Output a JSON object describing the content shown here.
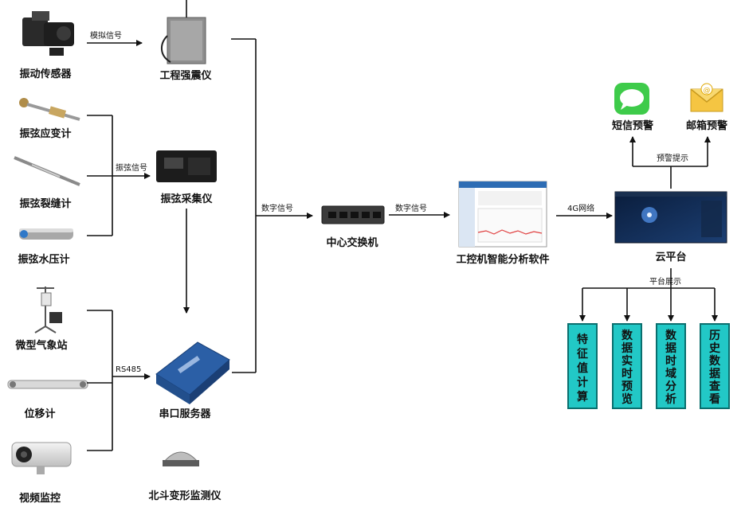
{
  "devices": {
    "vibration_sensor": "振动传感器",
    "strong_motion": "工程强震仪",
    "strain_gauge": "振弦应变计",
    "crack_meter": "振弦裂缝计",
    "water_pressure": "振弦水压计",
    "collector": "振弦采集仪",
    "weather_station": "微型气象站",
    "displacement": "位移计",
    "video": "视频监控",
    "serial_server": "串口服务器",
    "beidou": "北斗变形监测仪",
    "switch": "中心交换机",
    "software": "工控机智能分析软件",
    "cloud": "云平台",
    "sms": "短信预警",
    "mail": "邮箱预警"
  },
  "signals": {
    "analog": "模拟信号",
    "vibrating_wire": "振弦信号",
    "rs485": "RS485",
    "digital1": "数字信号",
    "digital2": "数字信号",
    "network_4g": "4G网络",
    "alert": "预警提示",
    "platform_display": "平台展示"
  },
  "platform_functions": [
    [
      "特",
      "征",
      "值",
      "计",
      "算"
    ],
    [
      "数",
      "据",
      "实",
      "时",
      "预",
      "览"
    ],
    [
      "数",
      "据",
      "时",
      "域",
      "分",
      "析"
    ],
    [
      "历",
      "史",
      "数",
      "据",
      "查",
      "看"
    ]
  ],
  "colors": {
    "function_box": "#22c8c6",
    "function_border": "#0a6f6e",
    "line": "#111111",
    "serial_server": "#2b5fa6",
    "sms_green": "#3ecb4a",
    "mail_yellow": "#f5c542",
    "cloud_screen": "#0b1a33"
  }
}
